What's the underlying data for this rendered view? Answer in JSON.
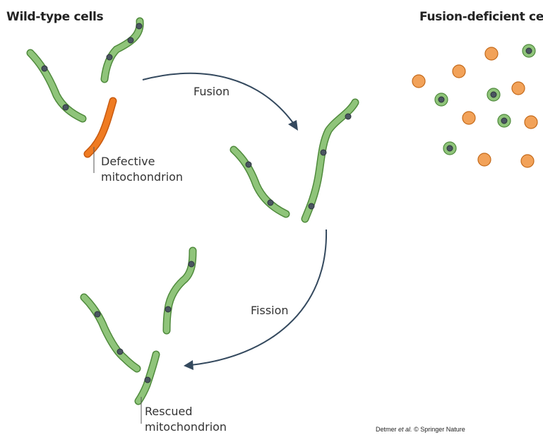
{
  "titles": {
    "wild_type": "Wild-type cells",
    "fusion_deficient": "Fusion-deficient cells"
  },
  "labels": {
    "fusion": "Fusion",
    "fission": "Fission",
    "defective_line1": "Defective",
    "defective_line2": "mitochondrion",
    "rescued_line1": "Rescued",
    "rescued_line2": "mitochondrion"
  },
  "credit": {
    "authors": "Detmer",
    "etal": "et al.",
    "rest": "© Springer Nature"
  },
  "colors": {
    "healthy_fill": "#8fc47a",
    "healthy_stroke": "#4f8a3c",
    "defective_fill": "#ef7b22",
    "defective_stroke": "#c85a10",
    "orange_sphere": "#f2a259",
    "nucleoid": "#4a5560",
    "arrow": "#34495e"
  }
}
